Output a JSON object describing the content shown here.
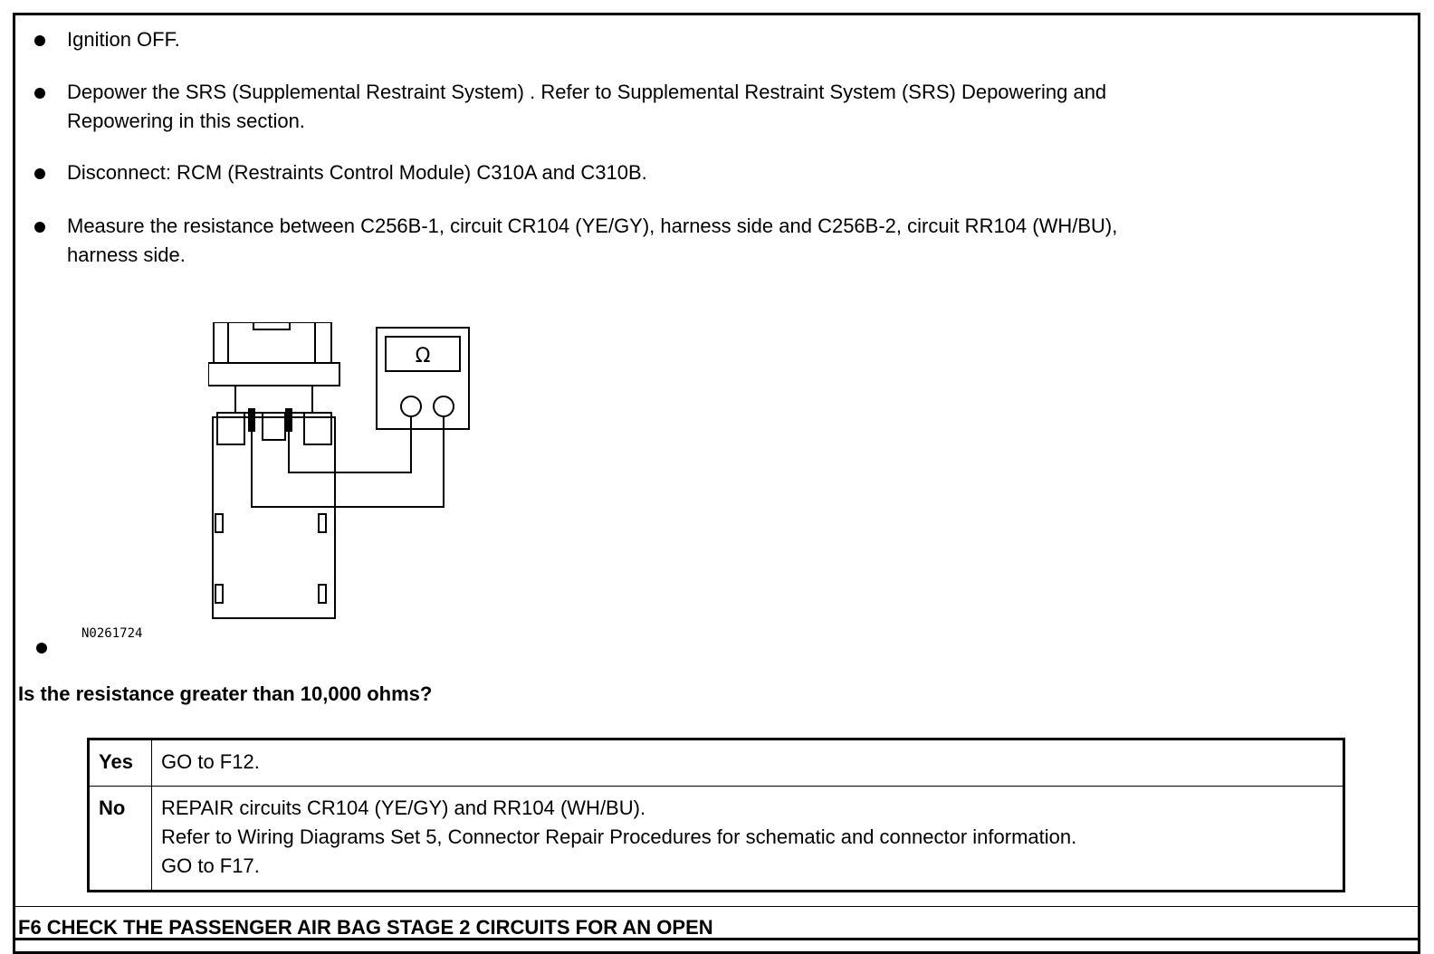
{
  "steps": [
    {
      "text": "Ignition OFF."
    },
    {
      "lines": [
        "Depower the SRS (Supplemental Restraint System) . Refer to Supplemental Restraint System (SRS) Depowering and",
        "Repowering in this section."
      ]
    },
    {
      "text": "Disconnect: RCM (Restraints Control Module) C310A and C310B."
    },
    {
      "lines": [
        "Measure the resistance between C256B-1, circuit CR104 (YE/GY), harness side and C256B-2, circuit RR104 (WH/BU),",
        "harness side."
      ]
    }
  ],
  "figure": {
    "label": "N0261724",
    "meter_symbol": "Ω",
    "icon": "ohmmeter-connector-diagram"
  },
  "question": "Is the resistance greater than 10,000 ohms?",
  "results": [
    {
      "key": "Yes",
      "lines": [
        "GO to F12."
      ]
    },
    {
      "key": "No",
      "lines": [
        "REPAIR circuits CR104 (YE/GY) and RR104 (WH/BU).",
        "Refer to Wiring Diagrams Set 5, Connector Repair Procedures for schematic and connector information.",
        "GO to F17."
      ]
    }
  ],
  "next_section": "F6 CHECK THE PASSENGER AIR BAG STAGE 2 CIRCUITS FOR AN OPEN"
}
